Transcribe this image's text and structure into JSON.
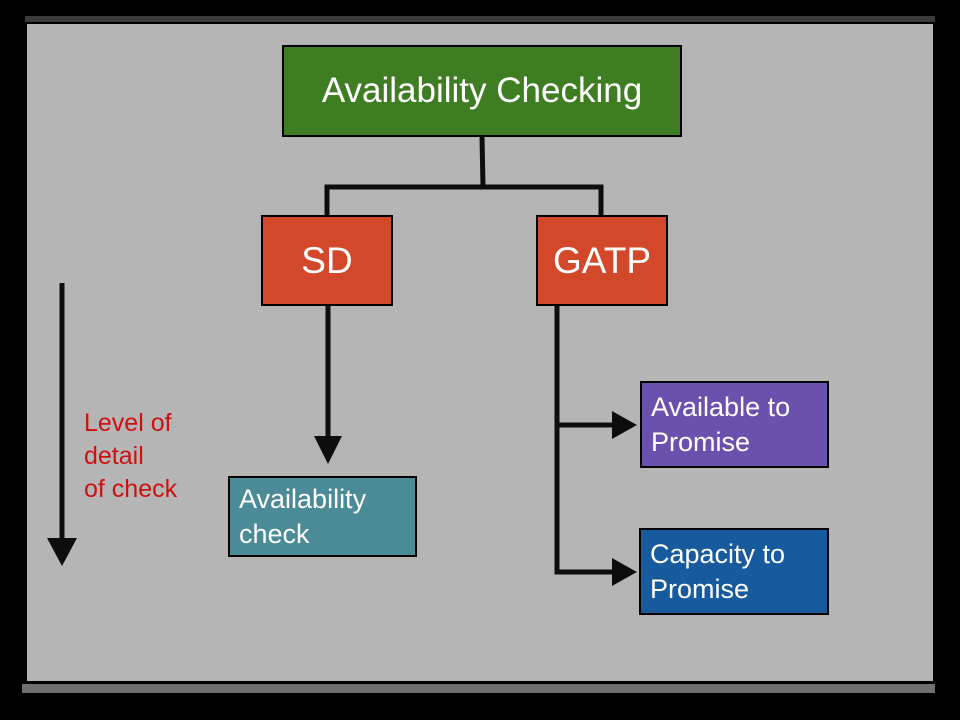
{
  "diagram": {
    "title": "Availability Checking",
    "nodes": {
      "root": {
        "label": "Availability Checking",
        "fill": "#3f7d22"
      },
      "sd": {
        "label": "SD",
        "fill": "#d3472a"
      },
      "gatp": {
        "label": "GATP",
        "fill": "#d3472a"
      },
      "availability_check": {
        "label": "Availability check",
        "fill": "#4a8b97"
      },
      "available_to_promise": {
        "label": "Available to Promise",
        "fill": "#6a51ad"
      },
      "capacity_to_promise": {
        "label": "Capacity to Promise",
        "fill": "#175a9d"
      }
    },
    "annotation": {
      "label": "Level of\ndetail\nof check"
    }
  },
  "colors": {
    "page_background": "#000000",
    "slide_background": "#b5b5b5",
    "node_text": "#ffffff",
    "node_border": "#000000",
    "connector": "#0d0d0d",
    "annotation_text": "#cc1111",
    "shadow_top": "#3b3b3b",
    "shadow_bottom": "#6f6f6f"
  }
}
